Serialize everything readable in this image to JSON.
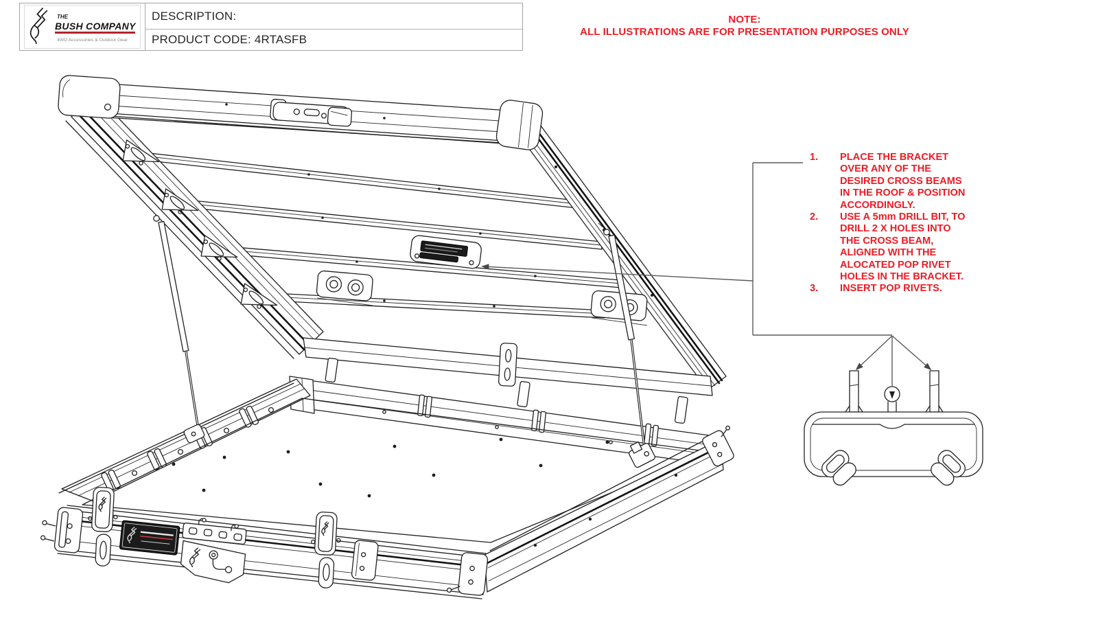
{
  "title_block": {
    "description_label": "DESCRIPTION:",
    "product_code_label": "PRODUCT CODE: 4RTASFB",
    "logo": {
      "the": "THE",
      "company": "BUSH COMPANY",
      "tagline": "4WD Accessories & Outdoor Gear"
    }
  },
  "note": {
    "title": "NOTE:",
    "body": "ALL ILLUSTRATIONS ARE FOR PRESENTATION PURPOSES ONLY"
  },
  "instructions": [
    {
      "num": "1.",
      "lines": [
        "PLACE THE BRACKET",
        "OVER ANY OF THE",
        "DESIRED CROSS BEAMS",
        "IN THE ROOF & POSITION",
        "ACCORDINGLY."
      ]
    },
    {
      "num": "2.",
      "lines": [
        "USE A 5mm DRILL BIT, TO",
        "DRILL 2 X HOLES INTO",
        "THE CROSS BEAM,",
        "ALIGNED WITH THE",
        "ALOCATED POP RIVET",
        "HOLES IN THE BRACKET."
      ]
    },
    {
      "num": "3.",
      "lines": [
        "INSERT POP RIVETS."
      ]
    }
  ],
  "colors": {
    "accent_red": "#ED1C24",
    "logo_red": "#B3232B",
    "line": "#202020"
  }
}
